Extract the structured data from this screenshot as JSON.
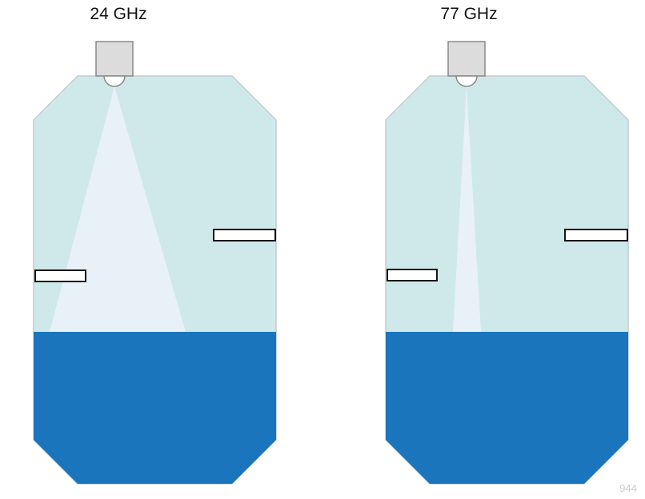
{
  "tanks": [
    {
      "label": "24 GHz",
      "beam": "wide"
    },
    {
      "label": "77 GHz",
      "beam": "narrow"
    }
  ],
  "watermark": "944",
  "colors": {
    "background": "#ffffff",
    "tank_fill": "#cfe9ea",
    "tank_stroke": "#c2ced1",
    "liquid": "#1b75bc",
    "beam": "#e8f0f8",
    "sensor_fill": "#dcdcdc",
    "sensor_stroke": "#8a8a8a",
    "horn_fill": "#ffffff",
    "obstacle_fill": "#ffffff",
    "obstacle_stroke": "#141414",
    "label_color": "#111111",
    "watermark_color": "#cccccc"
  }
}
